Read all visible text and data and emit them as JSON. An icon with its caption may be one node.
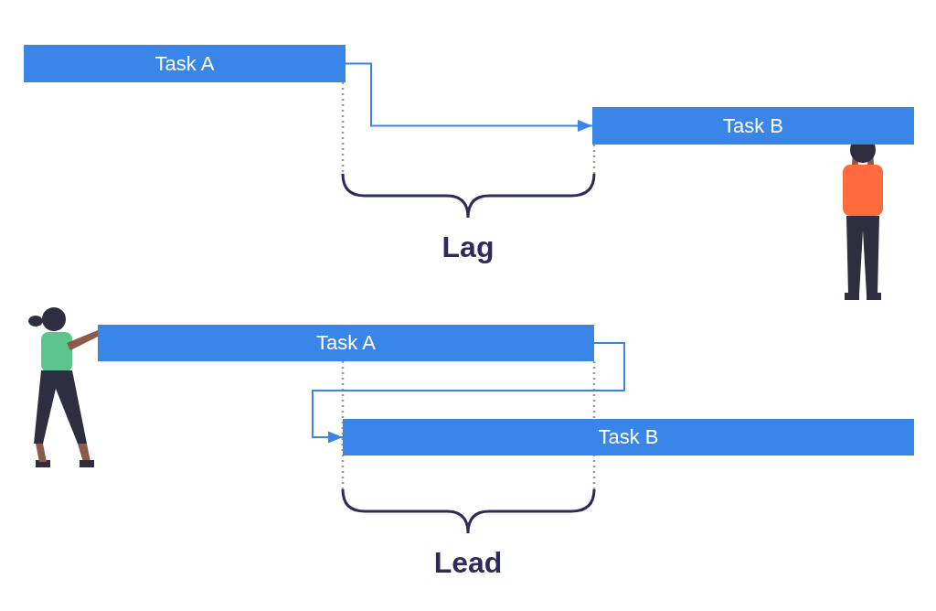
{
  "diagram": {
    "nodes": [
      {
        "text": [
          "Task A"
        ]
      },
      {
        "text": [
          "Task B"
        ]
      },
      {
        "text": [
          "Task A"
        ]
      },
      {
        "text": [
          "Task B"
        ]
      }
    ],
    "edges": [
      {
        "from": 0,
        "to": 1,
        "arrow": "to"
      },
      {
        "from": 2,
        "to": 3,
        "arrow": "to"
      }
    ],
    "labels": [
      "Lag",
      "Lead"
    ]
  }
}
